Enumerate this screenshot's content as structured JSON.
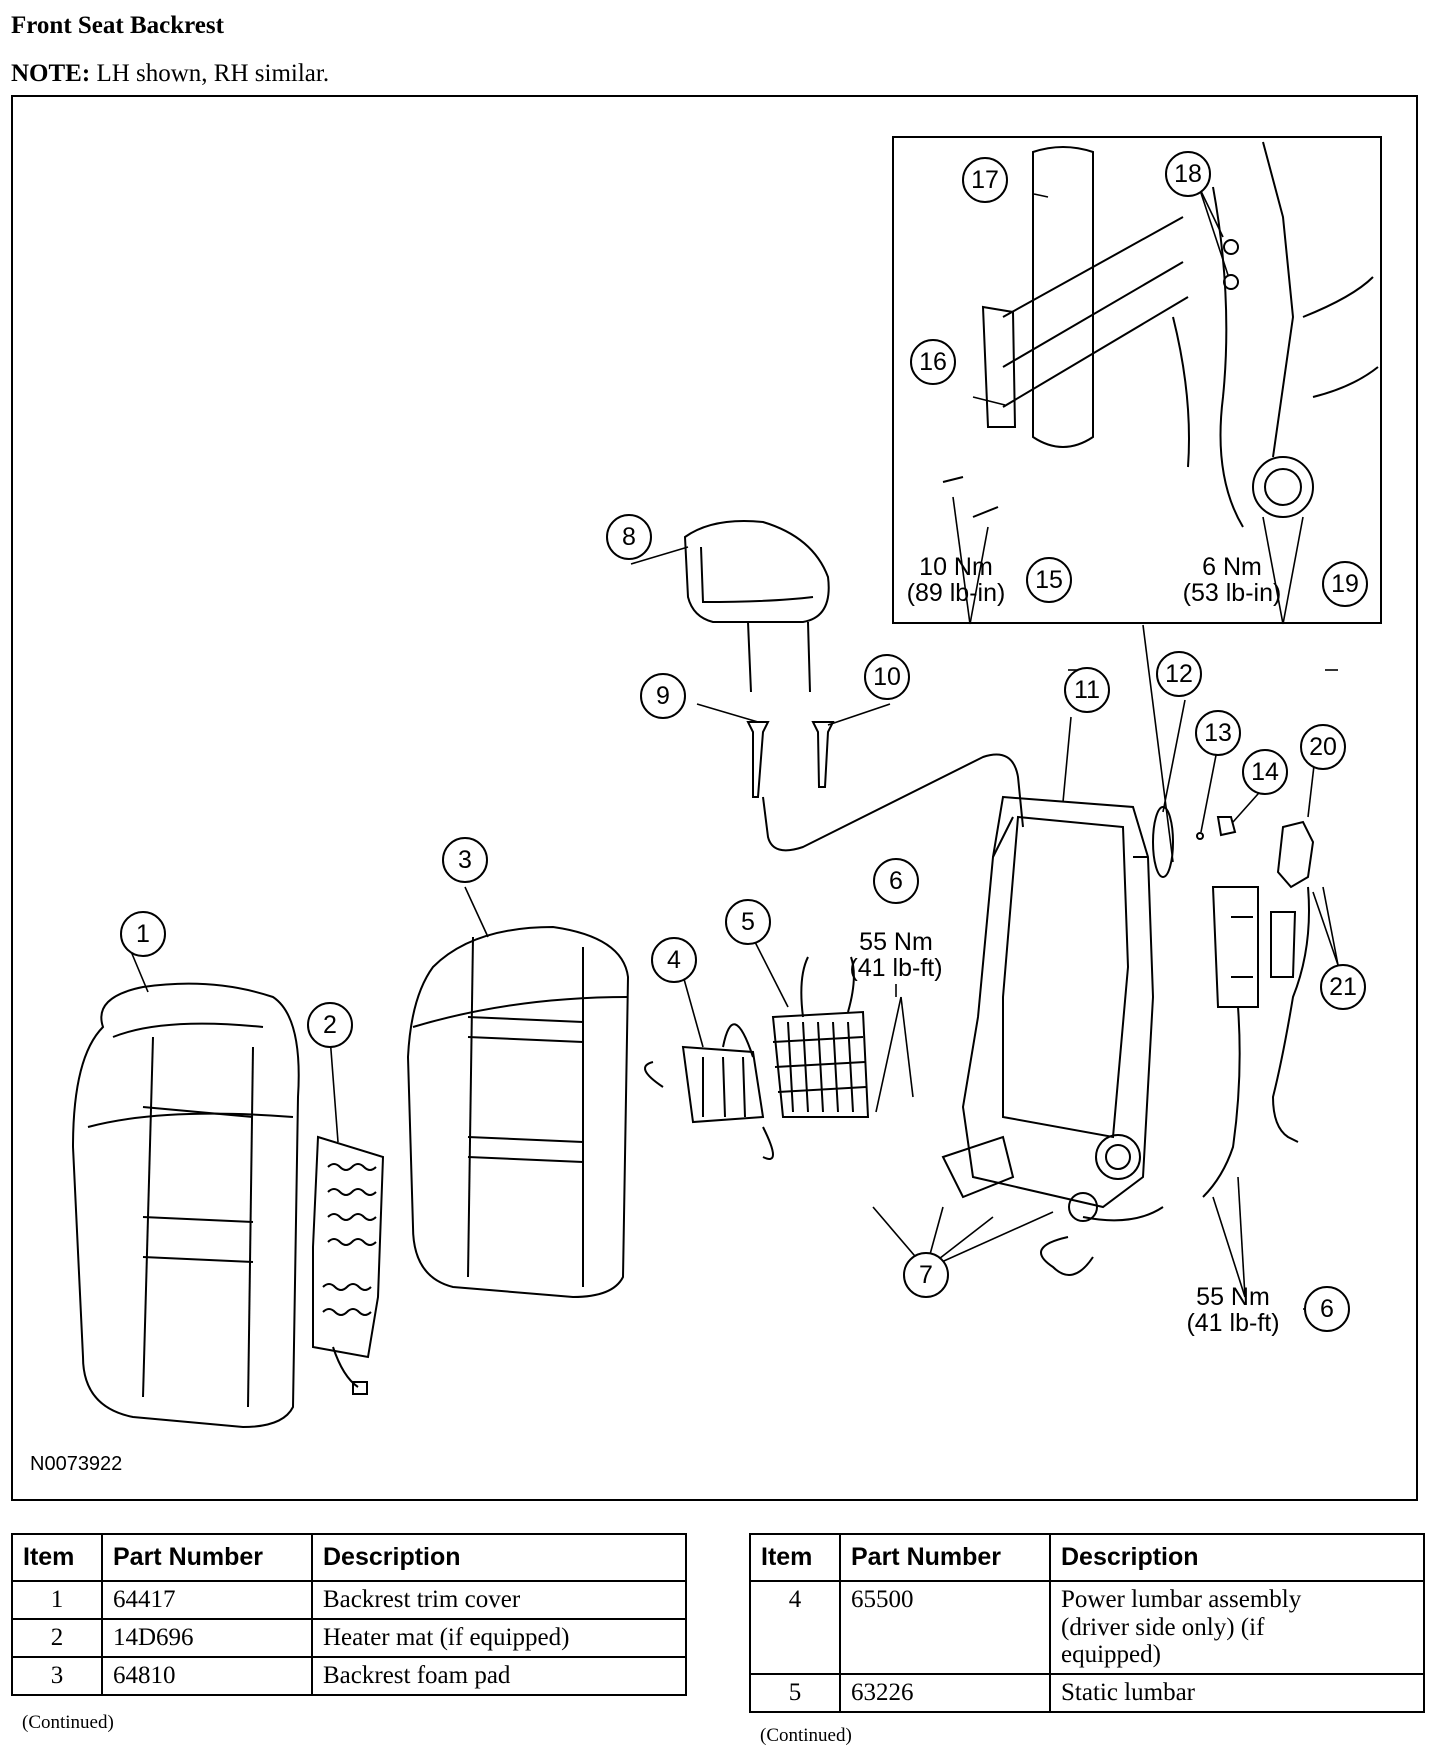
{
  "header": {
    "title": "Front Seat Backrest",
    "note_label": "NOTE:",
    "note_text": " LH shown, RH similar."
  },
  "figure": {
    "id": "N0073922",
    "callouts": [
      "1",
      "2",
      "3",
      "4",
      "5",
      "6",
      "6",
      "7",
      "8",
      "9",
      "10",
      "11",
      "12",
      "13",
      "14",
      "15",
      "16",
      "17",
      "18",
      "19",
      "20",
      "21"
    ],
    "torques": {
      "t6_top_line1": "55 Nm",
      "t6_top_line2": "(41 lb-ft)",
      "t6_bottom_line1": "55 Nm",
      "t6_bottom_line2": "(41 lb-ft)",
      "t15_line1": "10 Nm",
      "t15_line2": "(89 lb-in)",
      "t19_line1": "6 Nm",
      "t19_line2": "(53 lb-in)"
    }
  },
  "tables": {
    "headers": {
      "item": "Item",
      "part_number": "Part Number",
      "description": "Description"
    },
    "left": [
      {
        "item": "1",
        "part_number": "64417",
        "description": "Backrest trim cover"
      },
      {
        "item": "2",
        "part_number": "14D696",
        "description": "Heater mat (if equipped)"
      },
      {
        "item": "3",
        "part_number": "64810",
        "description": "Backrest foam pad"
      }
    ],
    "right": [
      {
        "item": "4",
        "part_number": "65500",
        "description_lines": [
          "Power lumbar assembly",
          "(driver side only) (if",
          "equipped)"
        ]
      },
      {
        "item": "5",
        "part_number": "63226",
        "description": "Static lumbar"
      }
    ],
    "continued": "(Continued)"
  }
}
